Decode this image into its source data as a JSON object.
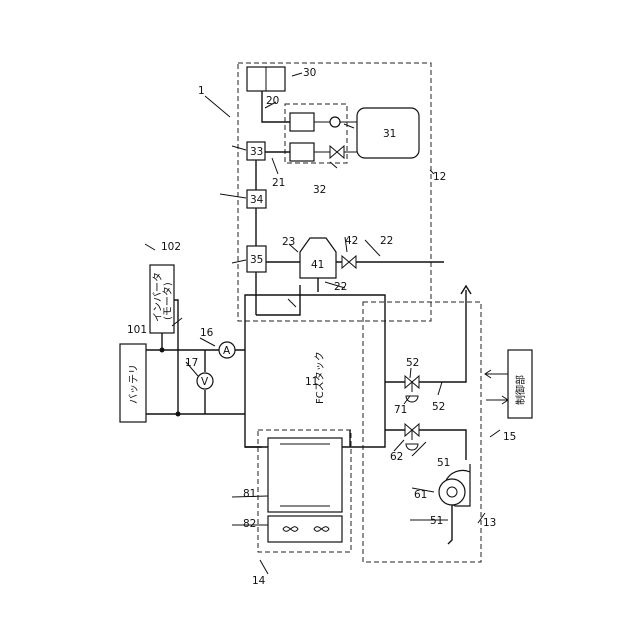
{
  "labels": {
    "sys": "1",
    "fc_stack_num": "11",
    "fc_stack_name": "FCスタック",
    "fuel_unit": "12",
    "air_unit": "13",
    "cooling_unit": "14",
    "controller_num": "15",
    "controller_name": "制御部",
    "ammeter_num": "16",
    "ammeter_sym": "A",
    "voltmeter_num": "17",
    "voltmeter_sym": "V",
    "fuel_pipe_20": "20",
    "fuel_pipe_21": "21",
    "fuel_pipe_22a": "22",
    "fuel_pipe_22b": "22",
    "fuel_pipe_23": "23",
    "tank_30": "30",
    "tank_31": "31",
    "valve_unit_32": "32",
    "reg_33": "33",
    "unit_34": "34",
    "unit_35": "35",
    "separator_41": "41",
    "valve_42": "42",
    "air_pipe_51a": "51",
    "air_pipe_51b": "51",
    "exhaust_52a": "52",
    "exhaust_52b": "52",
    "compressor_61": "61",
    "valve_62": "62",
    "valve_71": "71",
    "radiator_81": "81",
    "fan_82": "82",
    "battery_num": "101",
    "battery_name": "バッテリ",
    "inverter_num": "102",
    "inverter_name": "インバータ",
    "inverter_sub": "(モータ)"
  }
}
